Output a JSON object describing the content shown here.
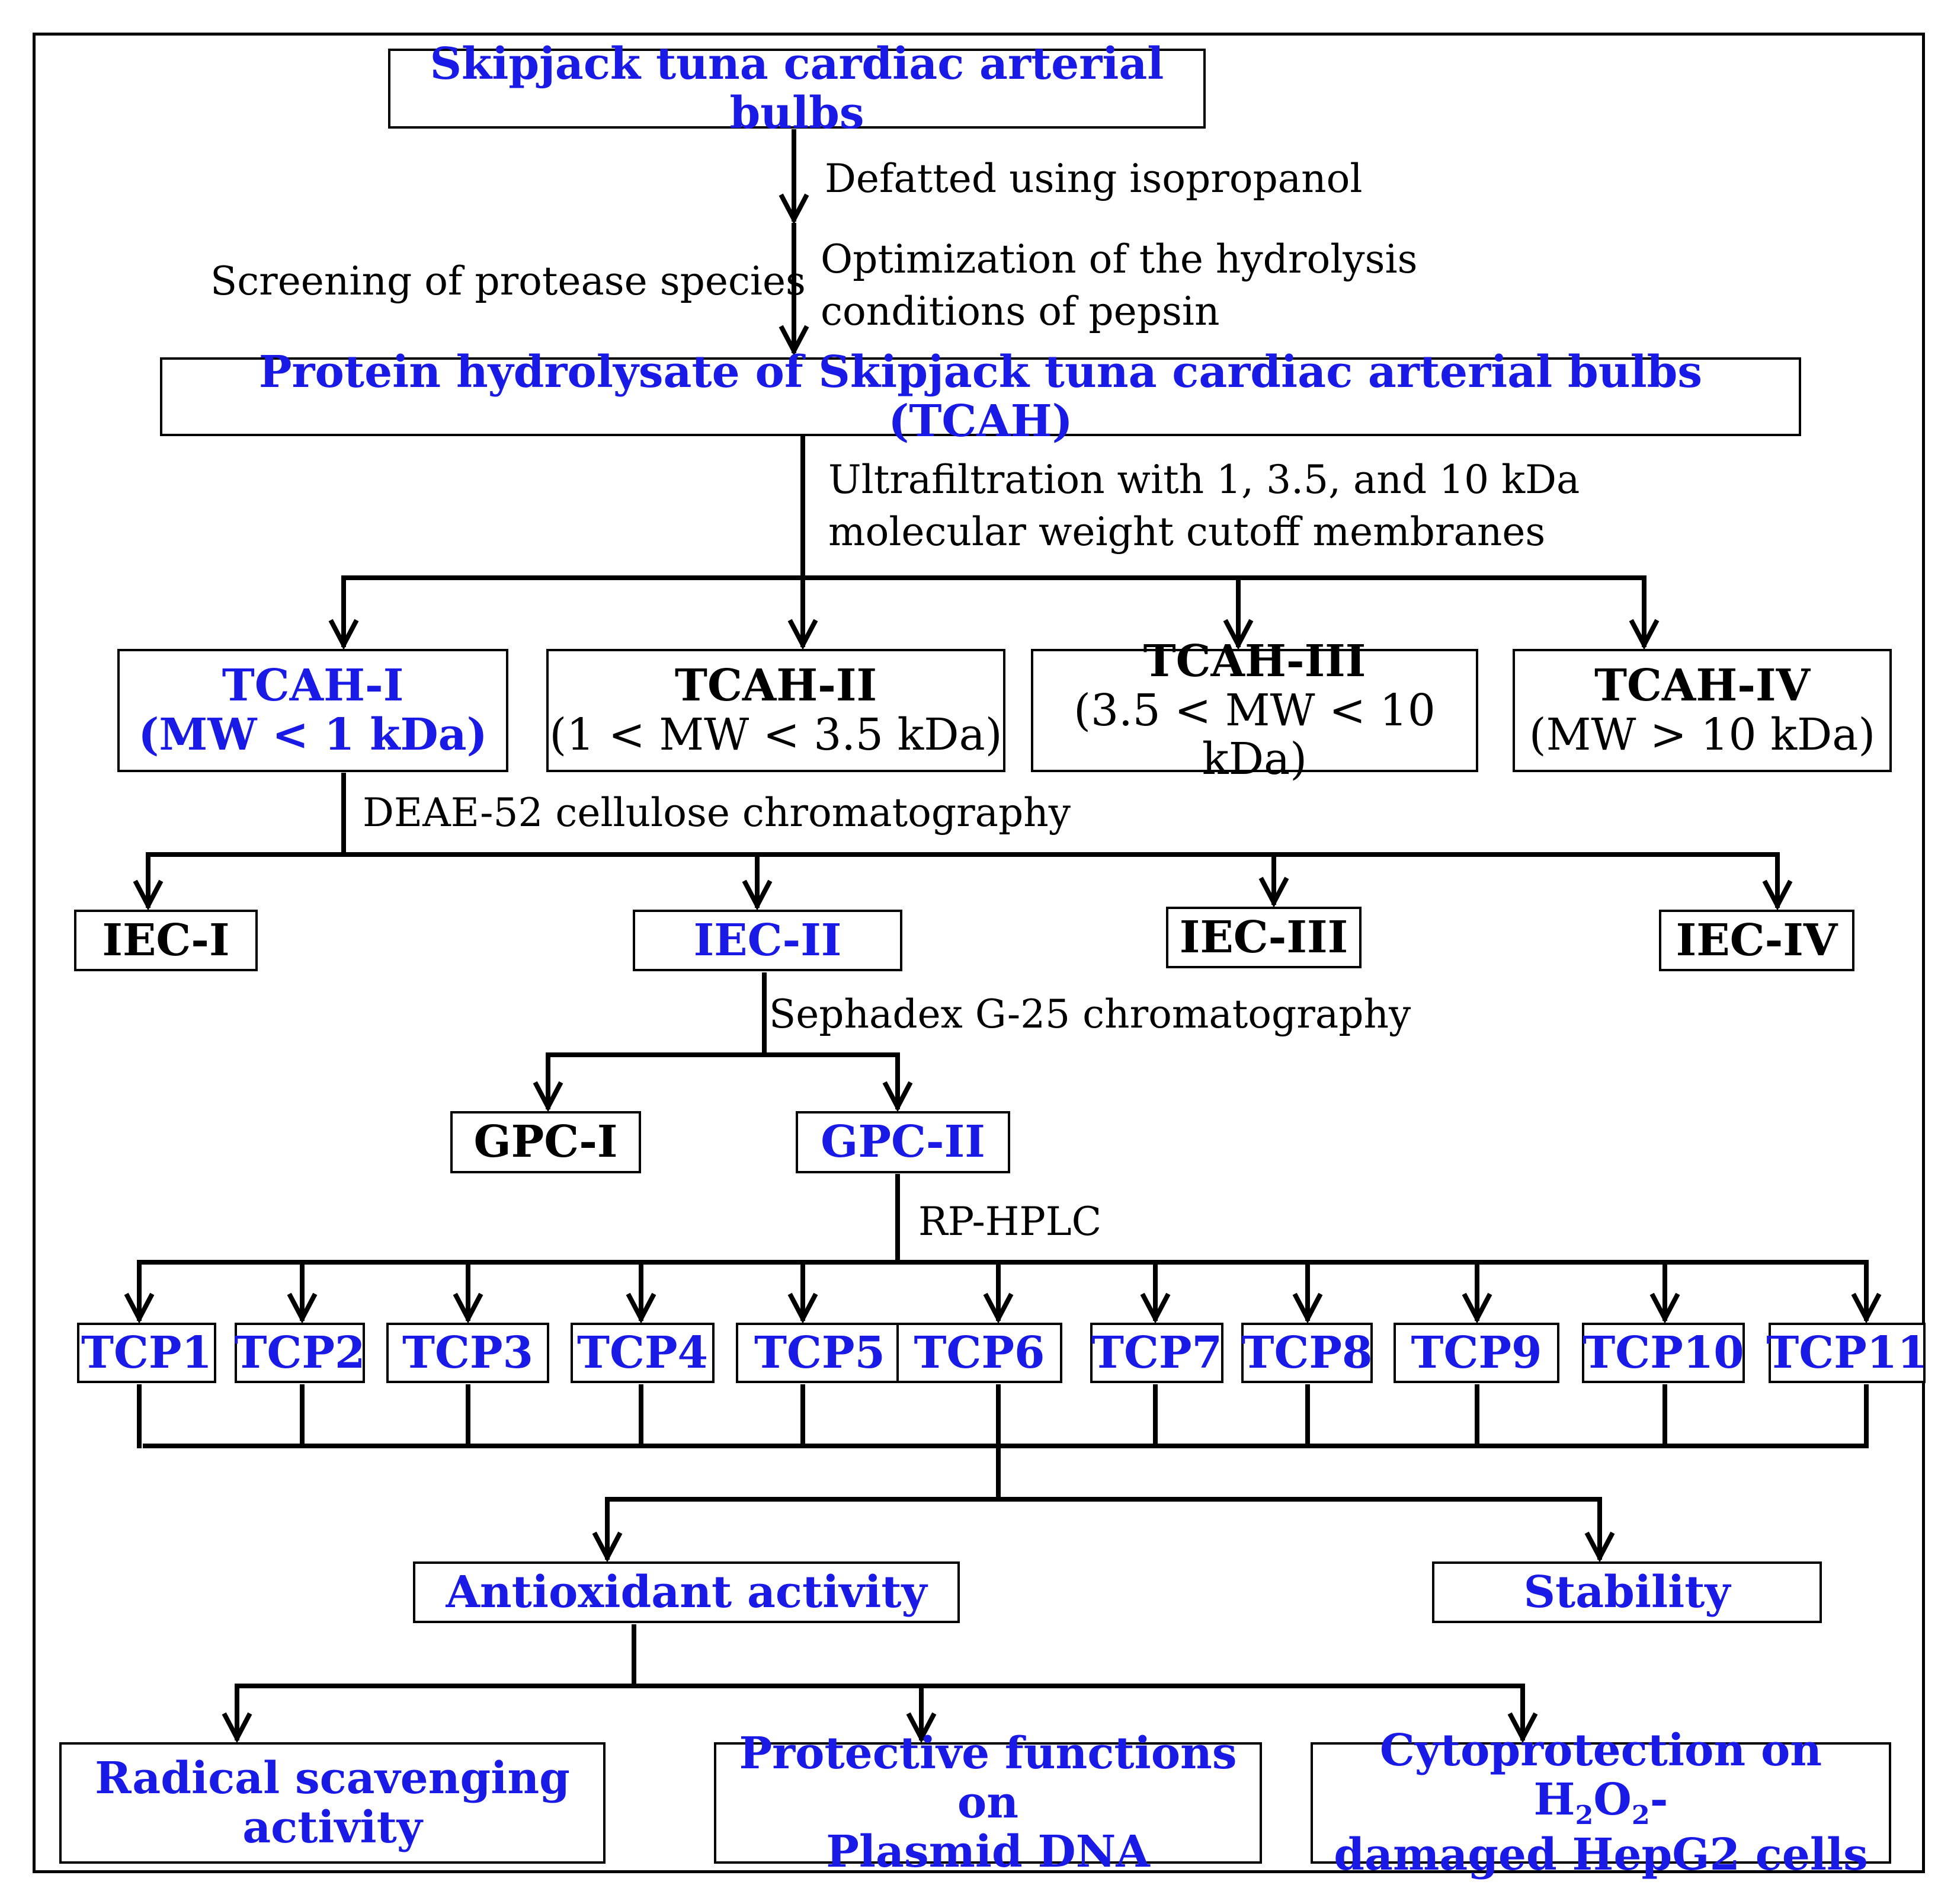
{
  "boxes": {
    "source": "Skipjack tuna cardiac arterial bulbs",
    "tcah": "Protein hydrolysate of Skipjack tuna cardiac arterial bulbs  (TCAH)",
    "tcah_i": {
      "name": "TCAH-I",
      "range": "(MW < 1 kDa)"
    },
    "tcah_ii": {
      "name": "TCAH-II",
      "range": "(1 < MW < 3.5 kDa)"
    },
    "tcah_iii": {
      "name": "TCAH-III",
      "range": "(3.5 < MW < 10 kDa)"
    },
    "tcah_iv": {
      "name": "TCAH-IV",
      "range": "(MW > 10 kDa)"
    },
    "iec": [
      "IEC-I",
      "IEC-II",
      "IEC-III",
      "IEC-IV"
    ],
    "gpc": [
      "GPC-I",
      "GPC-II"
    ],
    "tcp": [
      "TCP1",
      "TCP2",
      "TCP3",
      "TCP4",
      "TCP5",
      "TCP6",
      "TCP7",
      "TCP8",
      "TCP9",
      "TCP10",
      "TCP11"
    ],
    "antioxidant": "Antioxidant activity",
    "stability": "Stability",
    "radical": {
      "line1": "Radical scavenging",
      "line2": "activity"
    },
    "protective": {
      "line1": "Protective functions on",
      "line2": "Plasmid DNA"
    },
    "cyto": {
      "line1_pre": "Cytoprotection on H",
      "sub1": "2",
      "mid": "O",
      "sub2": "2",
      "line1_post": "-",
      "line2": "damaged HepG2 cells"
    }
  },
  "labels": {
    "defatted": "Defatted using isopropanol",
    "screening": "Screening of protease species",
    "optimization_1": "Optimization of the hydrolysis",
    "optimization_2": "conditions of pepsin",
    "ultrafiltration_1": "Ultrafiltration with 1, 3.5, and 10 kDa",
    "ultrafiltration_2": "molecular weight cutoff  membranes",
    "deae": "DEAE-52 cellulose chromatography",
    "sephadex": "Sephadex G-25 chromatography",
    "rphplc": "RP-HPLC"
  },
  "colors": {
    "highlight": "#1a1ae6",
    "default": "#000000"
  }
}
